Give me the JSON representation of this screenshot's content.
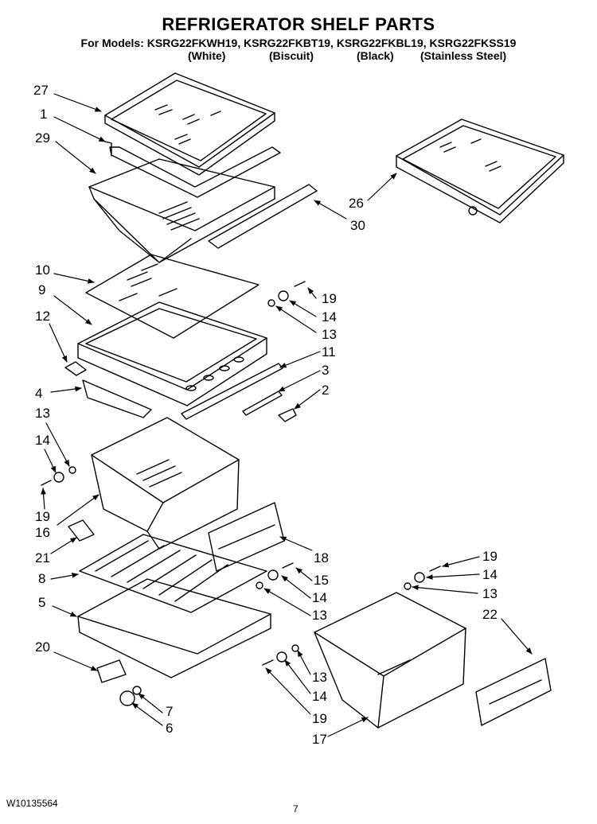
{
  "header": {
    "title": "REFRIGERATOR SHELF PARTS",
    "models_line": "For Models: KSRG22FKWH19, KSRG22FKBT19, KSRG22FKBL19, KSRG22FKSS19",
    "variants": [
      "(White)",
      "(Biscuit)",
      "(Black)",
      "(Stainless Steel)"
    ]
  },
  "callouts": {
    "c27": "27",
    "c1": "1",
    "c29": "29",
    "c26": "26",
    "c30": "30",
    "c10": "10",
    "c9": "9",
    "c12": "12",
    "c19a": "19",
    "c14a": "14",
    "c13a": "13",
    "c11": "11",
    "c3": "3",
    "c2": "2",
    "c4": "4",
    "c13b": "13",
    "c14b": "14",
    "c19b": "19",
    "c16": "16",
    "c21": "21",
    "c18": "18",
    "c8": "8",
    "c15": "15",
    "c14c": "14",
    "c13c": "13",
    "c5": "5",
    "c20": "20",
    "c7": "7",
    "c6": "6",
    "c19c": "19",
    "c14d": "14",
    "c13d": "13",
    "c22": "22",
    "c13e": "13",
    "c14e": "14",
    "c19d": "19",
    "c17": "17"
  },
  "footer": {
    "doc_number": "W10135564",
    "page_number": "7"
  }
}
